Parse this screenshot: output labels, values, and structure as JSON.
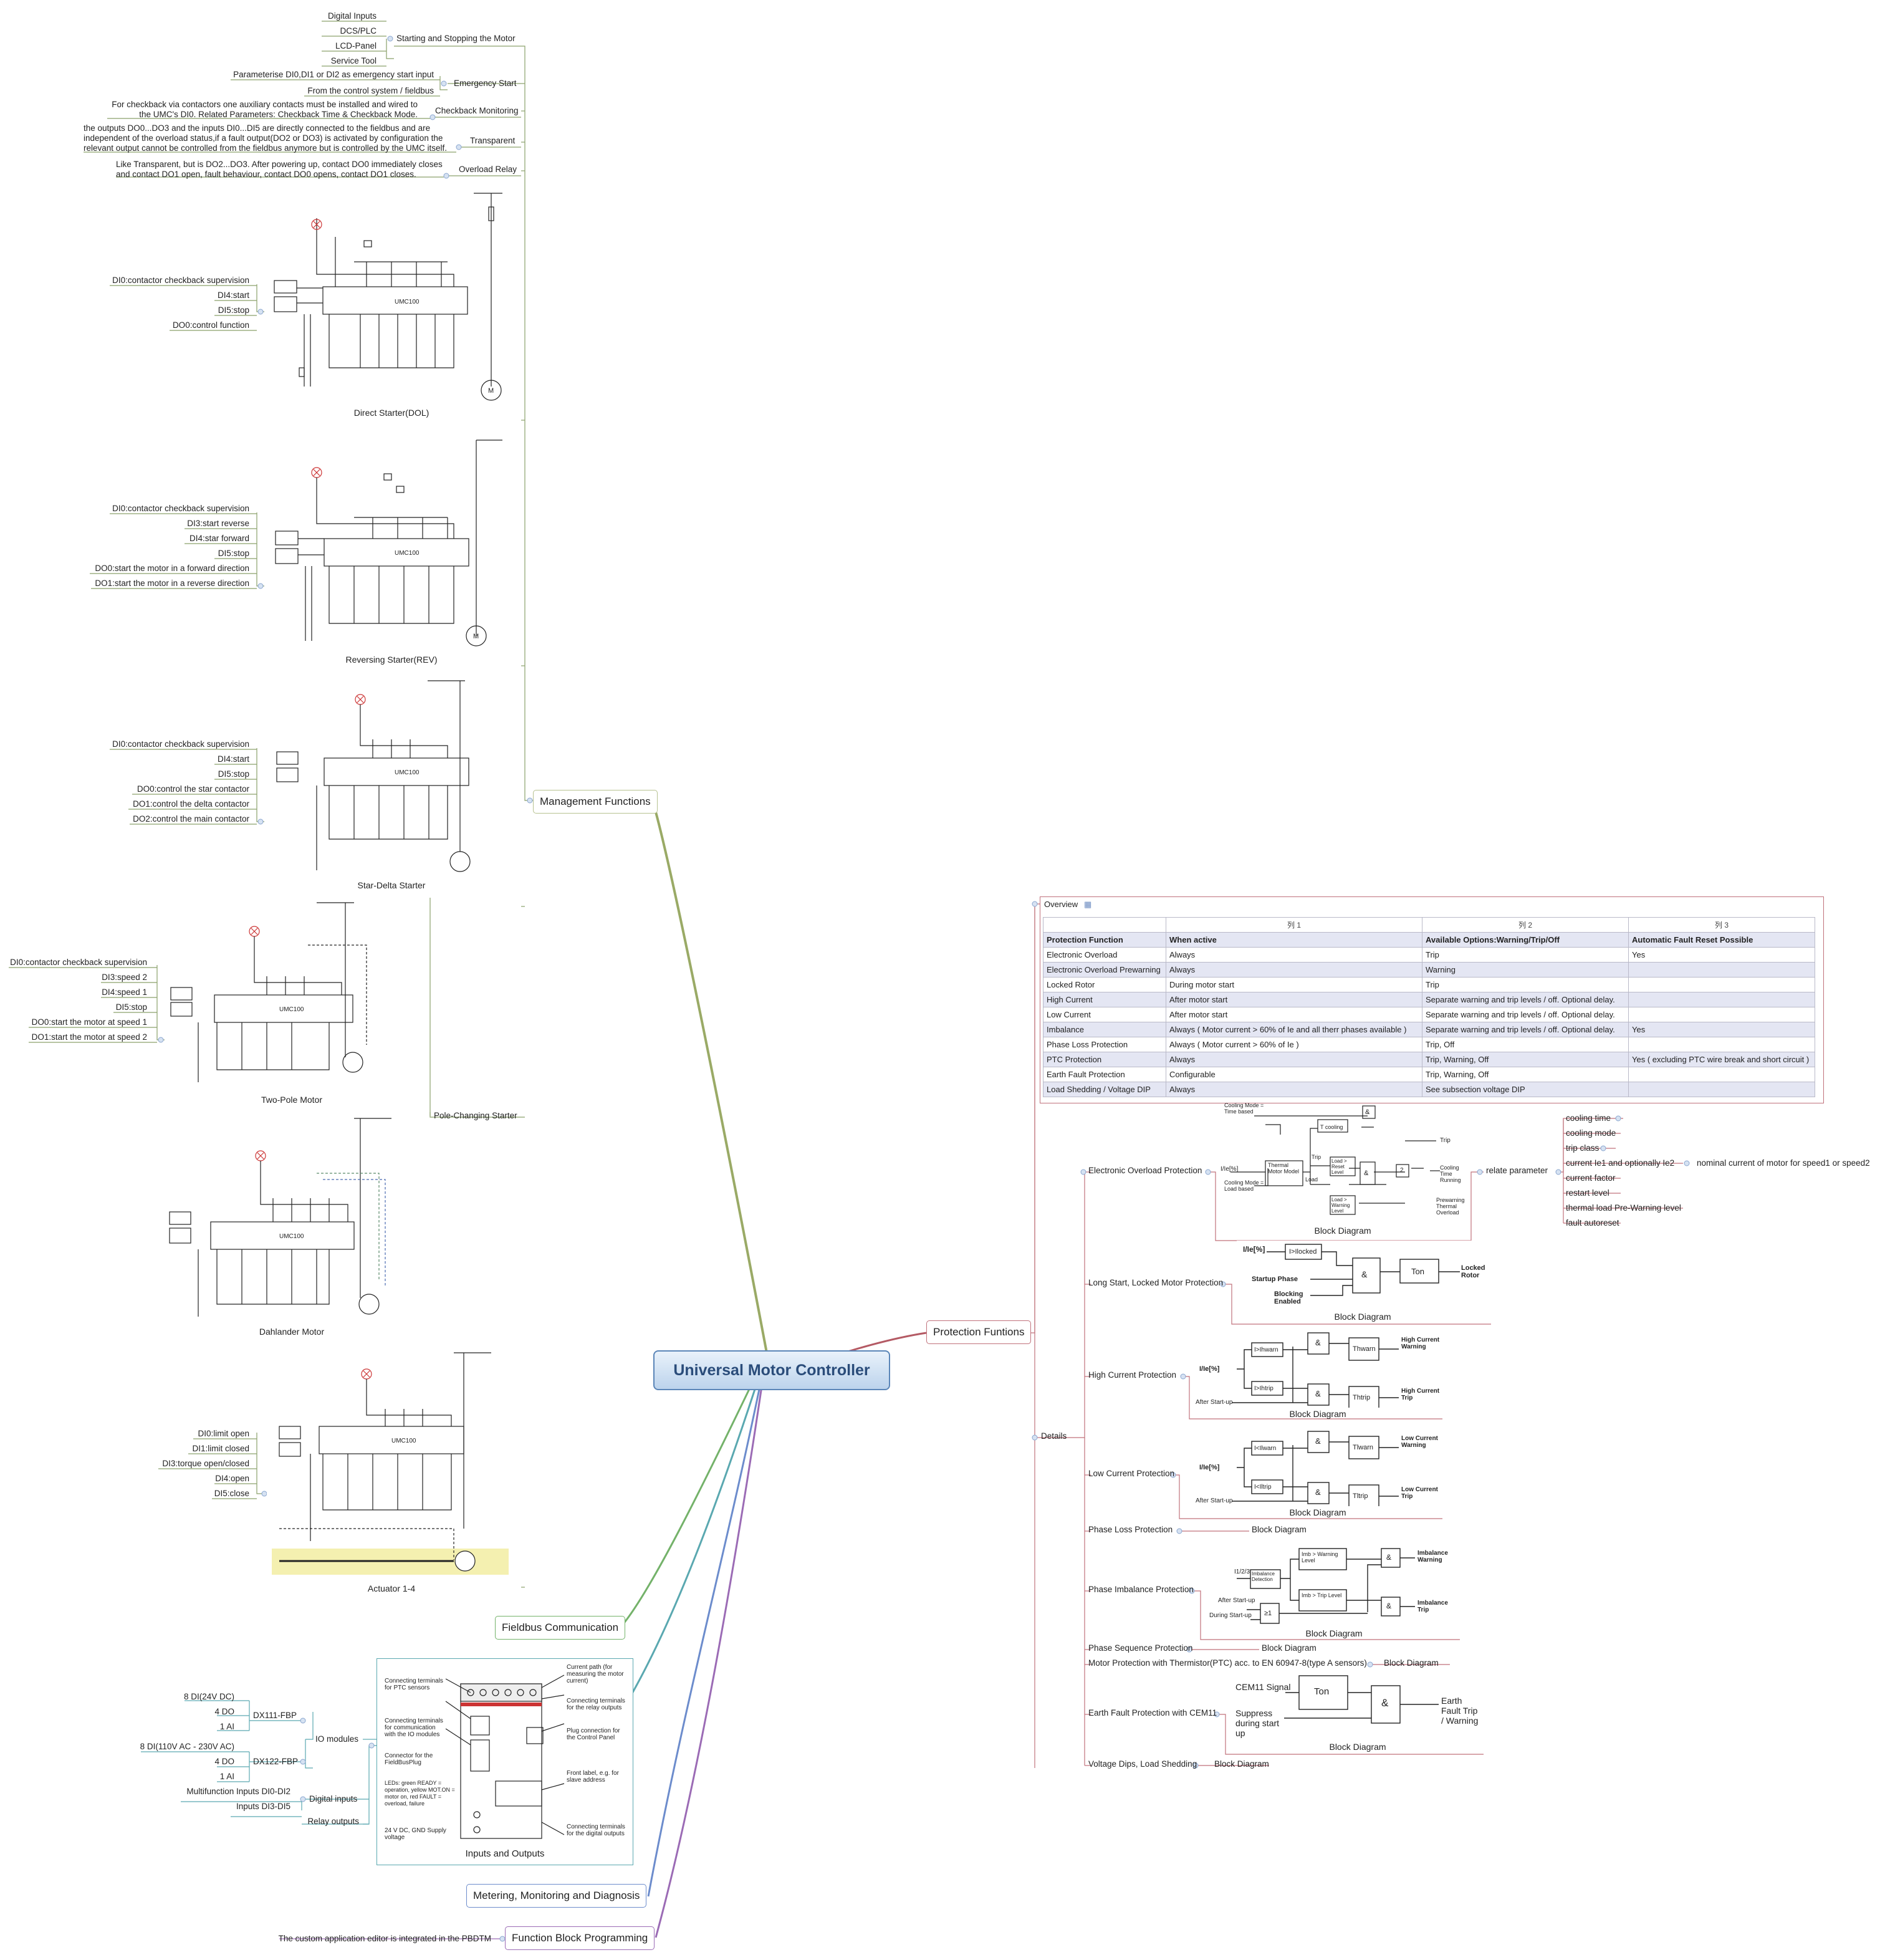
{
  "central_topic": "Universal Motor Controller",
  "management": {
    "label": "Management Functions",
    "starting_stopping": {
      "label": "Starting and Stopping the Motor",
      "items": [
        "Digital Inputs",
        "DCS/PLC",
        "LCD-Panel",
        "Service Tool"
      ]
    },
    "emergency_start": {
      "label": "Emergency Start",
      "items": [
        "Parameterise DI0,DI1 or DI2 as emergency start input",
        "From the control system / fieldbus"
      ]
    },
    "checkback": {
      "label": "Checkback Monitoring",
      "text": "For checkback via contactors one auxiliary contacts must be installed and wired to the UMC's DI0. Related Parameters: Checkback Time & Checkback Mode."
    },
    "transparent": {
      "label": "Transparent",
      "text": "the outputs DO0...DO3 and the inputs DI0...DI5 are directly connected to the fieldbus and are independent of the overload status,if a fault output(DO2 or DO3) is activated by configuration the relevant output cannot be controlled from the fieldbus anymore but is controlled by the UMC itself."
    },
    "overload_relay": {
      "label": "Overload Relay",
      "text": "Like Transparent, but is DO2...DO3. After powering up, contact DO0 immediately closes and contact DO1 open, fault behaviour, contact DO0 opens, contact DO1 closes."
    },
    "dol": {
      "caption": "Direct Starter(DOL)",
      "items": [
        "DI0:contactor checkback supervision",
        "DI4:start",
        "DI5:stop",
        "DO0:control function"
      ]
    },
    "rev": {
      "caption": "Reversing Starter(REV)",
      "items": [
        "DI0:contactor checkback supervision",
        "DI3:start reverse",
        "DI4:star forward",
        "DI5:stop",
        "DO0:start the motor in a forward direction",
        "DO1:start the motor in a reverse direction"
      ]
    },
    "star_delta": {
      "caption": "Star-Delta Starter",
      "items": [
        "DI0:contactor checkback supervision",
        "DI4:start",
        "DI5:stop",
        "DO0:control the star contactor",
        "DO1:control the delta contactor",
        "DO2:control the main contactor"
      ]
    },
    "pole_changing": {
      "label": "Pole-Changing Starter"
    },
    "two_pole": {
      "caption": "Two-Pole Motor",
      "items": [
        "DI0:contactor checkback supervision",
        "DI3:speed 2",
        "DI4:speed 1",
        "DI5:stop",
        "DO0:start the motor at speed 1",
        "DO1:start the motor at speed 2"
      ]
    },
    "dahlander": {
      "caption": "Dahlander Motor"
    },
    "actuator": {
      "caption": "Actuator 1-4",
      "items": [
        "DI0:limit open",
        "DI1:limit closed",
        "DI3:torque open/closed",
        "DI4:open",
        "DI5:close"
      ]
    }
  },
  "fieldbus": {
    "label": "Fieldbus Communication"
  },
  "inputs_outputs": {
    "caption": "Inputs and Outputs",
    "io_modules": "IO modules",
    "dx111": {
      "label": "DX111-FBP",
      "items": [
        "8 DI(24V DC)",
        "4 DO",
        "1 AI"
      ]
    },
    "dx122": {
      "label": "DX122-FBP",
      "items": [
        "8 DI(110V AC - 230V AC)",
        "4 DO",
        "1 AI"
      ]
    },
    "digital_inputs": {
      "label": "Digital inputs",
      "items": [
        "Multifunction Inputs DI0-DI2",
        "Inputs DI3-DI5"
      ]
    },
    "relay_outputs": "Relay outputs",
    "device_labels": {
      "ptc": "Connecting terminals for PTC sensors",
      "io": "Connecting terminals for communication with the IO modules",
      "fbp": "Connector for the FieldBusPlug",
      "leds": "LEDs: green READY = operation, yellow MOT.ON = motor on, red FAULT = overload, failure",
      "supply": "24 V DC, GND Supply voltage",
      "current": "Current path (for measuring the motor current)",
      "relay": "Connecting terminals for the relay outputs",
      "panel": "Plug connection for the Control Panel",
      "front": "Front label, e.g. for slave address",
      "digital": "Connecting terminals for the digital outputs"
    }
  },
  "metering": {
    "label": "Metering, Monitoring and Diagnosis"
  },
  "fbp": {
    "label": "Function Block Programming",
    "item": "The custom application editor is integrated in the PBDTM"
  },
  "protection": {
    "label": "Protection Funtions",
    "overview": {
      "label": "Overview",
      "col_labels": [
        "列 1",
        "列 2",
        "列 3"
      ],
      "headers": [
        "Protection Function",
        "When active",
        "Available Options:Warning/Trip/Off",
        "Automatic Fault Reset Possible"
      ],
      "rows": [
        [
          "Electronic Overload",
          "Always",
          "Trip",
          "Yes"
        ],
        [
          "Electronic Overload Prewarning",
          "Always",
          "Warning",
          ""
        ],
        [
          "Locked Rotor",
          "During motor start",
          "Trip",
          ""
        ],
        [
          "High Current",
          "After motor start",
          "Separate warning and trip levels / off. Optional delay.",
          ""
        ],
        [
          "Low Current",
          "After motor start",
          "Separate warning and trip levels / off. Optional delay.",
          ""
        ],
        [
          "Imbalance",
          "Always ( Motor current > 60% of Ie and all therr phases available )",
          "Separate warning and trip levels / off. Optional delay.",
          "Yes"
        ],
        [
          "Phase Loss Protection",
          "Always ( Motor current > 60% of Ie )",
          "Trip, Off",
          ""
        ],
        [
          "PTC Protection",
          "Always",
          "Trip, Warning, Off",
          "Yes ( excluding PTC wire break and short circuit )"
        ],
        [
          "Earth Fault Protection",
          "Configurable",
          "Trip, Warning, Off",
          ""
        ],
        [
          "Load Shedding / Voltage DIP",
          "Always",
          "See subsection voltage DIP",
          ""
        ]
      ]
    },
    "details": {
      "label": "Details",
      "block_diagram": "Block Diagram",
      "overload": {
        "label": "Electronic Overload Protection",
        "relate": "relate parameter",
        "params": [
          "cooling time",
          "cooling mode",
          "trip class",
          "current Ie1 and optionally Ie2",
          "current factor",
          "restart level",
          "thermal load Pre-Warning level",
          "fault autoreset"
        ],
        "ie_note": "nominal current of motor for speed1 or speed2"
      },
      "locked": "Long Start, Locked Motor Protection",
      "high": "High Current Protection",
      "low": "Low Current Protection",
      "phase_loss": "Phase Loss Protection",
      "imbalance": "Phase Imbalance Protection",
      "sequence": "Phase Sequence Protection",
      "thermistor": "Motor Protection with Thermistor(PTC) acc. to EN 60947-8(type A sensors)",
      "earth": "Earth Fault Protection with CEM11",
      "voltage": "Voltage Dips, Load Shedding",
      "bd": {
        "overload": {
          "cm_time": "Cooling Mode = Time based",
          "cm_load": "Cooling Mode = Load based",
          "input": "I/Ie[%]",
          "model": "Thermal Motor Model",
          "tcool": "T cooling",
          "trip_lbl": "Trip",
          "load_lbl": "Load",
          "reset": "Load > Reset Level",
          "warn": "Load > Warning Level",
          "trip_out": "Trip",
          "cooling_out": "Cooling Time Running",
          "prewarn_out": "Prewarning Thermal Overload",
          "and": "&",
          "two": "2"
        },
        "locked": {
          "input": "I/Ie[%]",
          "cmp": "I>Ilocked",
          "startup": "Startup Phase",
          "blocking": "Blocking Enabled",
          "and": "&",
          "ton": "Ton",
          "out": "Locked Rotor"
        },
        "high": {
          "input": "I/Ie[%]",
          "cmp1": "I>Ihwarn",
          "cmp2": "I>Ihtrip",
          "after": "After Start-up",
          "and": "&",
          "t1": "Thwarn",
          "t2": "Thtrip",
          "out1": "High Current Warning",
          "out2": "High Current Trip"
        },
        "low": {
          "input": "I/Ie[%]",
          "cmp1": "I<Ilwarn",
          "cmp2": "I<Iltrip",
          "after": "After Start-up",
          "and": "&",
          "t1": "Tlwarn",
          "t2": "Tltrip",
          "out1": "Low Current Warning",
          "out2": "Low Current Trip"
        },
        "imbalance": {
          "input": "I1/2/3",
          "detect": "Imbalance Detection",
          "warn": "Imb > Warning Level",
          "trip": "Imb > Trip Level",
          "after": "After Start-up",
          "during": "During Start-up",
          "ge1": "≥1",
          "and": "&",
          "out1": "Imbalance Warning",
          "out2": "Imbalance Trip"
        },
        "earth": {
          "signal": "CEM11 Signal",
          "suppress": "Suppress during start up",
          "ton": "Ton",
          "and": "&",
          "out": "Earth Fault Trip / Warning"
        }
      }
    }
  }
}
